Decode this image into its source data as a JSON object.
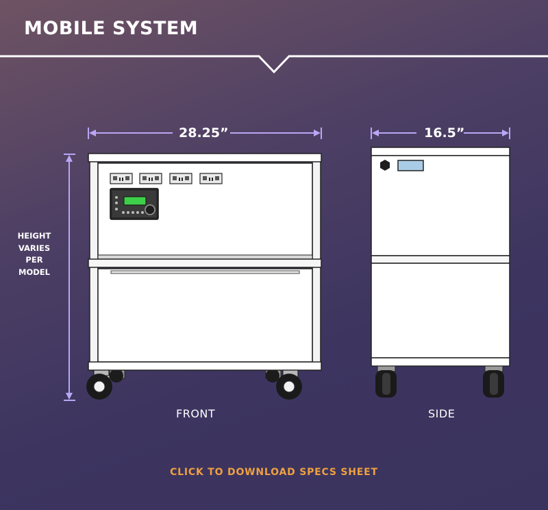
{
  "header": {
    "title": "MOBILE SYSTEM"
  },
  "dimensions": {
    "front_width": "28.25”",
    "side_depth": "16.5”",
    "height_note": [
      "HEIGHT",
      "VARIES",
      "PER",
      "MODEL"
    ]
  },
  "views": {
    "front_label": "FRONT",
    "side_label": "SIDE"
  },
  "cta": {
    "label": "CLICK TO DOWNLOAD SPECS SHEET"
  },
  "colors": {
    "accent": "#f0a040",
    "dimension_line": "#b9a7f5",
    "display_screen": "#3ecf4a",
    "side_panel_label": "#a9cde6"
  }
}
